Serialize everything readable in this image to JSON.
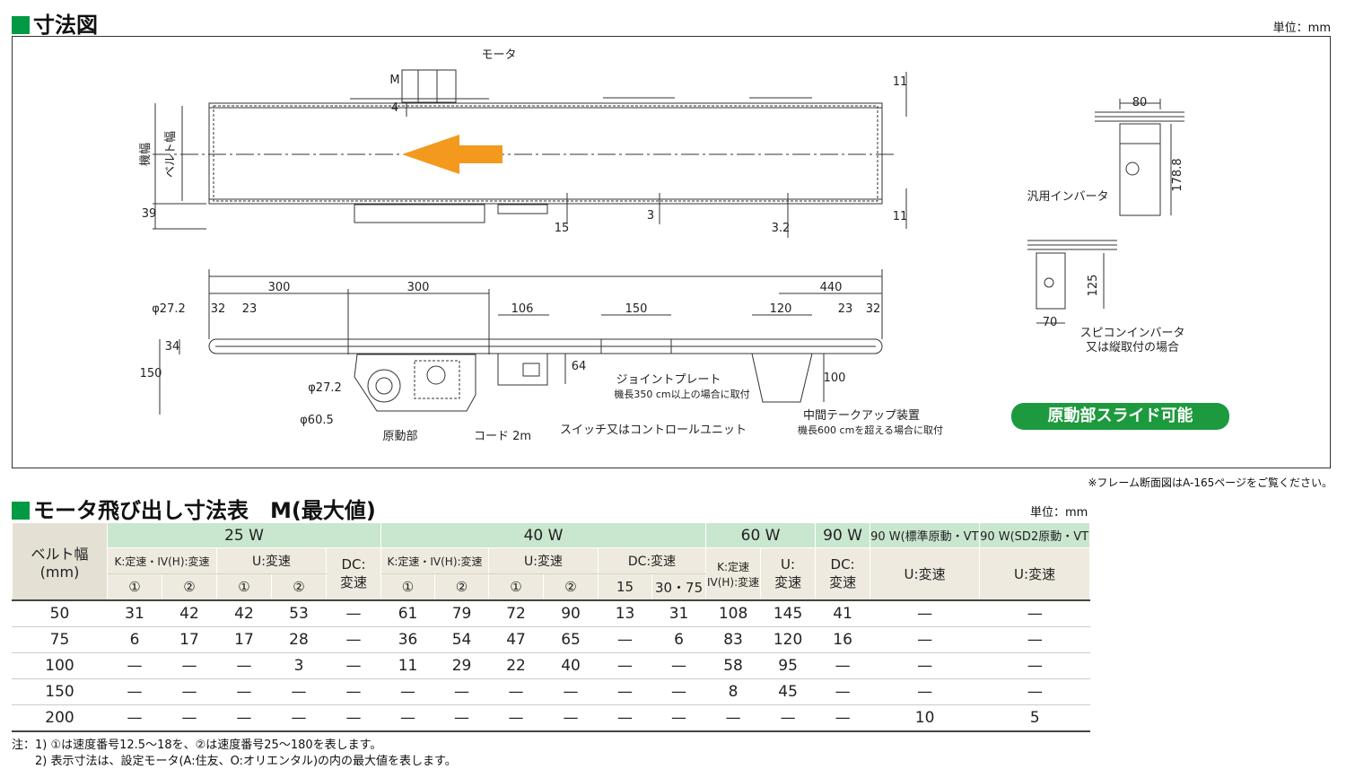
{
  "section1": {
    "title": "寸法図",
    "unit": "単位：mm"
  },
  "drawing": {
    "motor_label": "モータ",
    "m_label": "M",
    "machine_width_label": "機幅",
    "belt_width_label": "ベルト幅",
    "top_dims": [
      "4",
      "39",
      "15",
      "3",
      "3.2",
      "11",
      "11"
    ],
    "side_dims": [
      "300",
      "300",
      "106",
      "150",
      "120",
      "440",
      "32",
      "23",
      "23",
      "32",
      "34",
      "150",
      "64",
      "100"
    ],
    "phi_27_top": "φ27.2",
    "phi_27_bot": "φ27.2",
    "phi_60": "φ60.5",
    "drive_label": "原動部",
    "cord_label": "コード 2m",
    "switch_label": "スイッチ又はコントロールユニット",
    "joint_label": "ジョイントプレート",
    "joint_sub": "機長350 cm以上の場合に取付",
    "takeup_label": "中間テークアップ装置",
    "takeup_sub": "機長600 cmを超える場合に取付",
    "inv1_dims": [
      "80",
      "178.8"
    ],
    "inv1_label": "汎用インバータ",
    "inv2_dims": [
      "125",
      "70"
    ],
    "inv2_label": "スピコンインバータ",
    "inv2_sub": "又は縦取付の場合",
    "slide_badge": "原動部スライド可能"
  },
  "frame_note": "※フレーム断面図はA-165ページをご覧ください。",
  "section2": {
    "title": "モータ飛び出し寸法表　M(最大値)",
    "unit": "単位：mm"
  },
  "table": {
    "belt_header": "ベルト幅",
    "belt_unit": "(mm)",
    "groups": [
      "25 W",
      "40 W",
      "60 W",
      "90 W",
      "90 W(標準原動・VT)",
      "90 W(SD2原動・VT)"
    ],
    "sub_25": [
      "K:定速・IV(H):変速",
      "U:変速",
      "DC:",
      "変速"
    ],
    "sub_40": [
      "K:定速・IV(H):変速",
      "U:変速",
      "DC:変速"
    ],
    "sub_60": [
      "K:定速",
      "IV(H):変速",
      "U:",
      "変速"
    ],
    "sub_90": [
      "DC:",
      "変速"
    ],
    "sub_90vt": [
      "U:変速",
      "U:変速"
    ],
    "circled": [
      "①",
      "②",
      "①",
      "②",
      "①",
      "②",
      "①",
      "②",
      "15",
      "30・75"
    ],
    "rows": [
      [
        "50",
        "31",
        "42",
        "42",
        "53",
        "—",
        "61",
        "79",
        "72",
        "90",
        "13",
        "31",
        "108",
        "145",
        "41",
        "—",
        "—"
      ],
      [
        "75",
        "6",
        "17",
        "17",
        "28",
        "—",
        "36",
        "54",
        "47",
        "65",
        "—",
        "6",
        "83",
        "120",
        "16",
        "—",
        "—"
      ],
      [
        "100",
        "—",
        "—",
        "—",
        "3",
        "—",
        "11",
        "29",
        "22",
        "40",
        "—",
        "—",
        "58",
        "95",
        "—",
        "—",
        "—"
      ],
      [
        "150",
        "—",
        "—",
        "—",
        "—",
        "—",
        "—",
        "—",
        "—",
        "—",
        "—",
        "—",
        "8",
        "45",
        "—",
        "—",
        "—"
      ],
      [
        "200",
        "—",
        "—",
        "—",
        "—",
        "—",
        "—",
        "—",
        "—",
        "—",
        "—",
        "—",
        "—",
        "—",
        "—",
        "10",
        "5"
      ]
    ]
  },
  "notes": [
    "注：1) ①は速度番号12.5～18を、②は速度番号25～180を表します。",
    "　　2) 表示寸法は、設定モータ(A:住友、O:オリエンタル)の内の最大値を表します。"
  ],
  "colors": {
    "accent": "#009944",
    "arrow": "#f39a1e",
    "header_green": "#c9e6cf",
    "header_beige": "#eeeadf"
  }
}
